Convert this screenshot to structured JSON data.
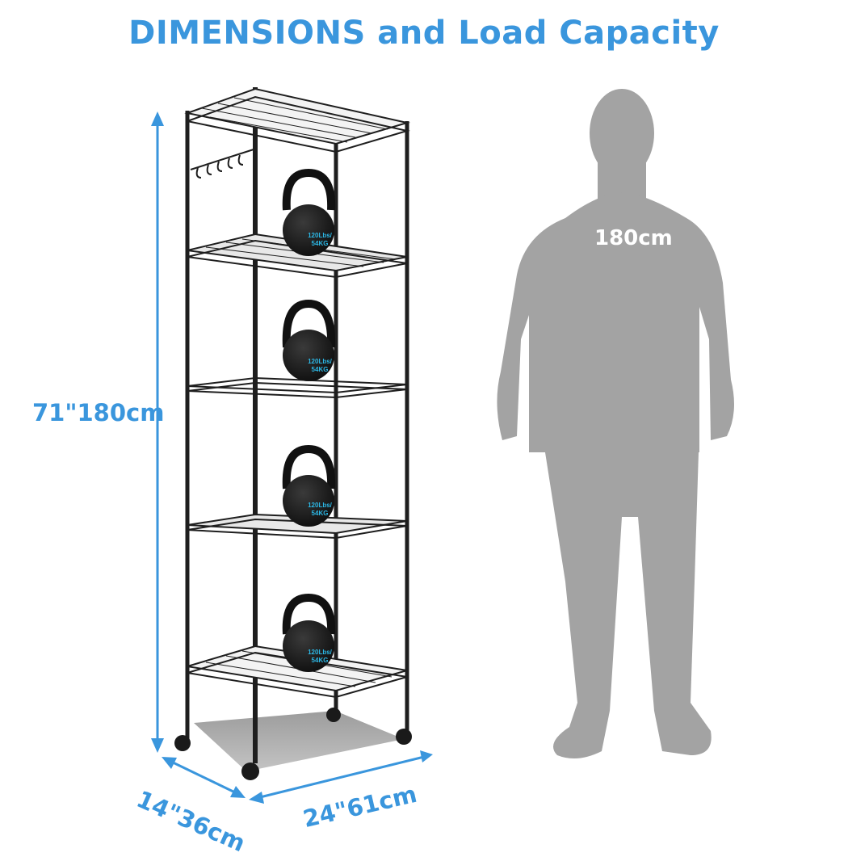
{
  "title": "DIMENSIONS and Load Capacity",
  "dimensions": {
    "height": "71\"180cm",
    "depth": "14\"36cm",
    "width": "24\"61cm"
  },
  "person": {
    "height_label": "180cm"
  },
  "shelf": {
    "tiers": 5,
    "kettlebells": [
      {
        "line1": "120Lbs/",
        "line2": "54KG"
      },
      {
        "line1": "120Lbs/",
        "line2": "54KG"
      },
      {
        "line1": "120Lbs/",
        "line2": "54KG"
      },
      {
        "line1": "120Lbs/",
        "line2": "54KG"
      }
    ]
  },
  "colors": {
    "accent": "#3a96dd",
    "silhouette": "#a3a3a3",
    "shelf": "#1e1e1e",
    "kettlebell_text": "#2cb8e6",
    "shadow": "#a9a9a9"
  }
}
